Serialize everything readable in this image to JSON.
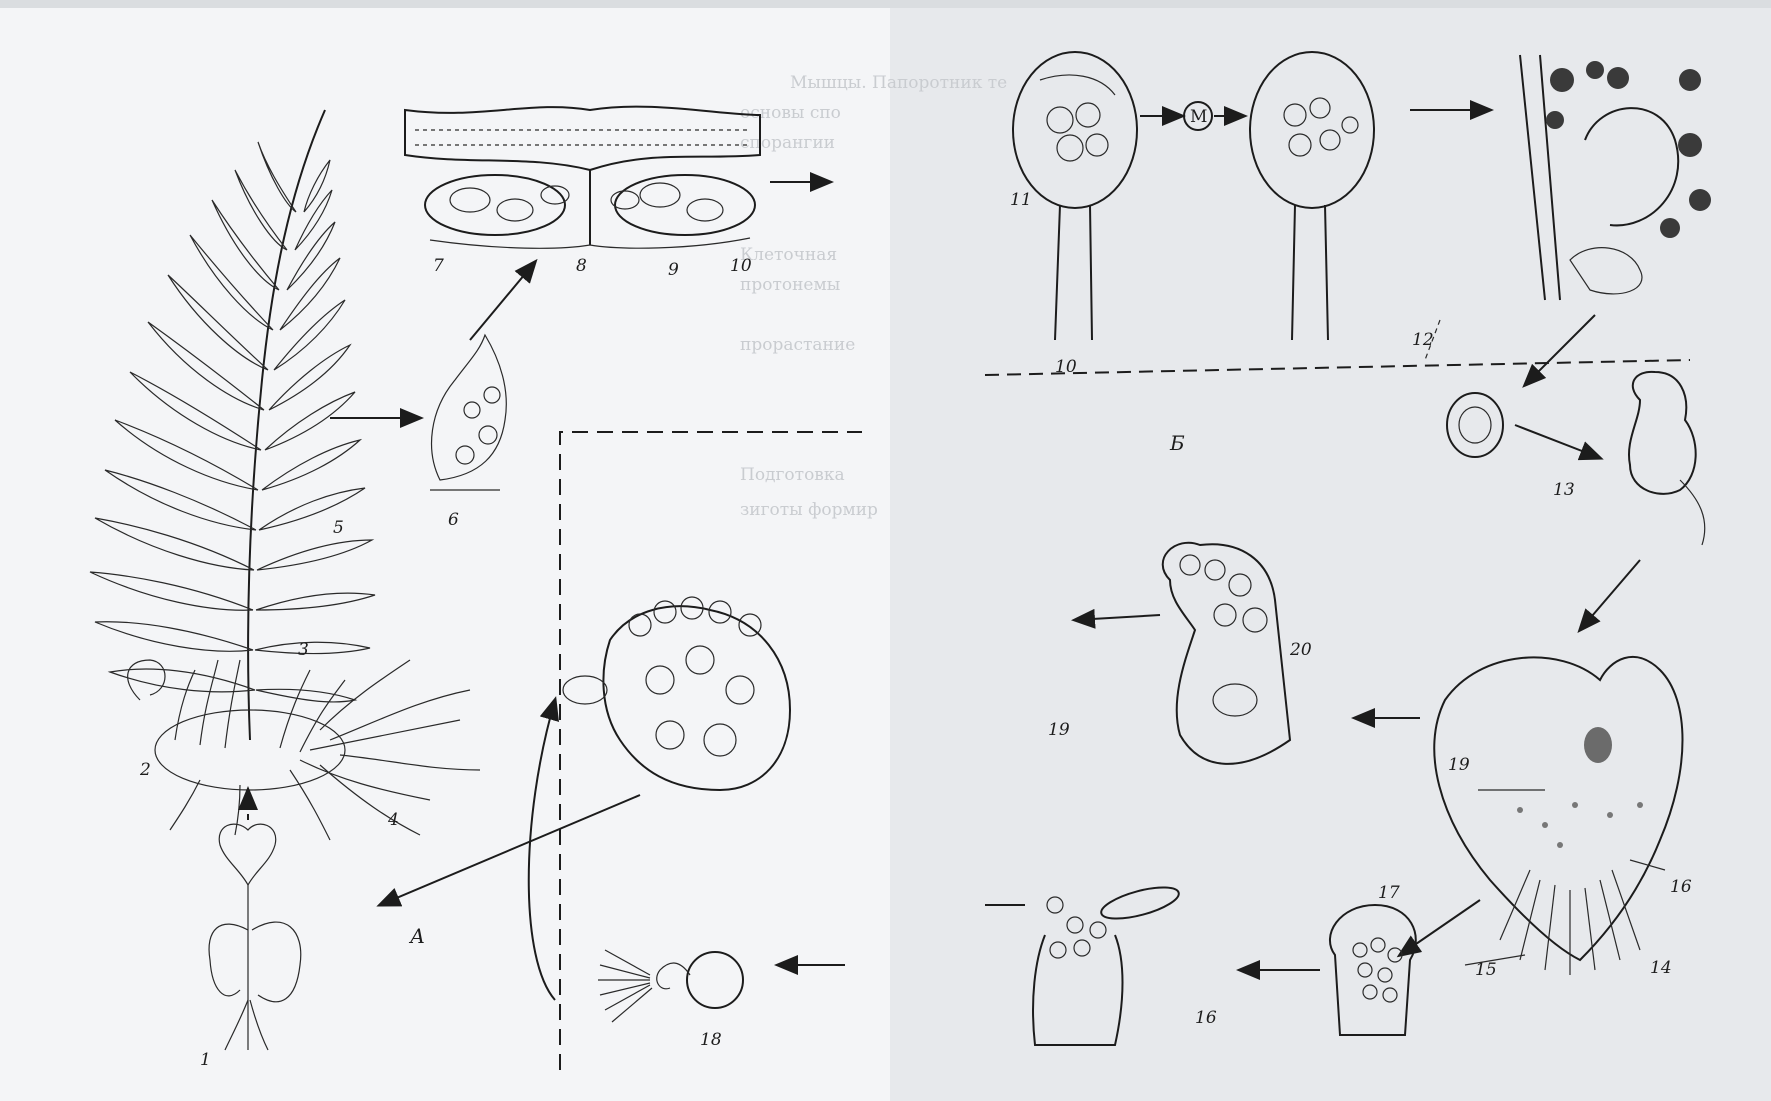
{
  "figure": {
    "section_labels": {
      "a": "А",
      "b": "Б"
    },
    "callouts": [
      "1",
      "2",
      "3",
      "4",
      "5",
      "6",
      "7",
      "8",
      "9",
      "10",
      "10",
      "11",
      "12",
      "13",
      "14",
      "15",
      "16",
      "16",
      "17",
      "18",
      "19",
      "19",
      "20"
    ],
    "meiosis_symbol": "М"
  },
  "background_text": {
    "lines": [
      "Мышцы. Папоротник те",
      "основы спо",
      "спорангии",
      "Клеточная",
      "протонемы",
      "прорастание",
      "Подготовка",
      "зиготы формир"
    ]
  },
  "colors": {
    "page": "#f4f5f7",
    "shadow": "#dadde0",
    "ink": "#1c1c1c"
  }
}
